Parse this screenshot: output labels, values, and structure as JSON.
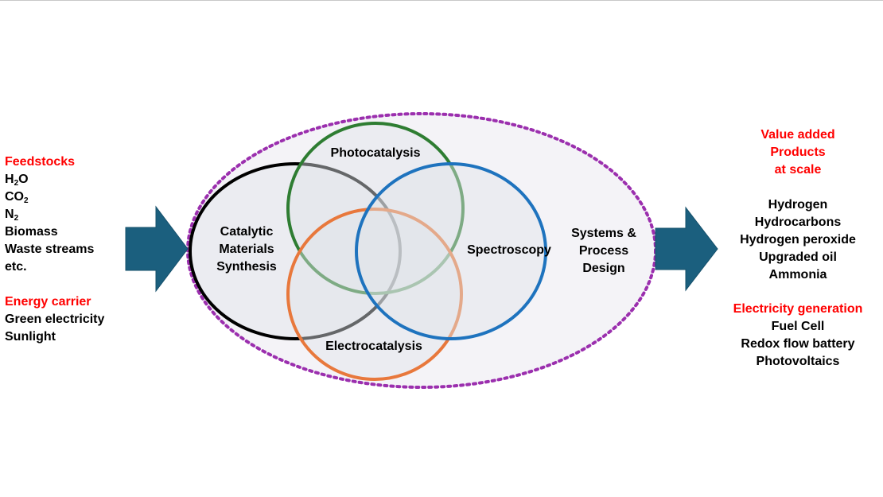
{
  "feedstocks": {
    "heading": "Feedstocks",
    "water": {
      "base": "H",
      "sub": "2",
      "rest": "O"
    },
    "co2": {
      "base": "CO",
      "sub": "2"
    },
    "n2": {
      "base": "N",
      "sub": "2"
    },
    "biomass": "Biomass",
    "waste": "Waste streams",
    "etc": "etc."
  },
  "energy_carrier": {
    "heading": "Energy carrier",
    "items": [
      "Green electricity",
      "Sunlight"
    ]
  },
  "circles": {
    "catalytic": [
      "Catalytic",
      "Materials",
      "Synthesis"
    ],
    "photocatalysis": "Photocatalysis",
    "spectroscopy": "Spectroscopy",
    "electrocatalysis": "Electrocatalysis",
    "systems": [
      "Systems &",
      "Process",
      "Design"
    ]
  },
  "products": {
    "heading": [
      "Value added",
      "Products",
      "at scale"
    ],
    "items": [
      "Hydrogen",
      "Hydrocarbons",
      "Hydrogen peroxide",
      "Upgraded oil",
      "Ammonia"
    ]
  },
  "electricity_generation": {
    "heading": "Electricity generation",
    "items": [
      "Fuel Cell",
      "Redox flow battery",
      "Photovoltaics"
    ]
  },
  "colors": {
    "heading_red": "#ff0000",
    "arrow_teal": "#1b5f7e",
    "ellipse_purple": "#9b2fae",
    "catalytic_circle": "#000000",
    "photocatalysis_circle": "#2e7d32",
    "spectroscopy_circle": "#1e73be",
    "electrocatalysis_circle": "#e8783c"
  }
}
